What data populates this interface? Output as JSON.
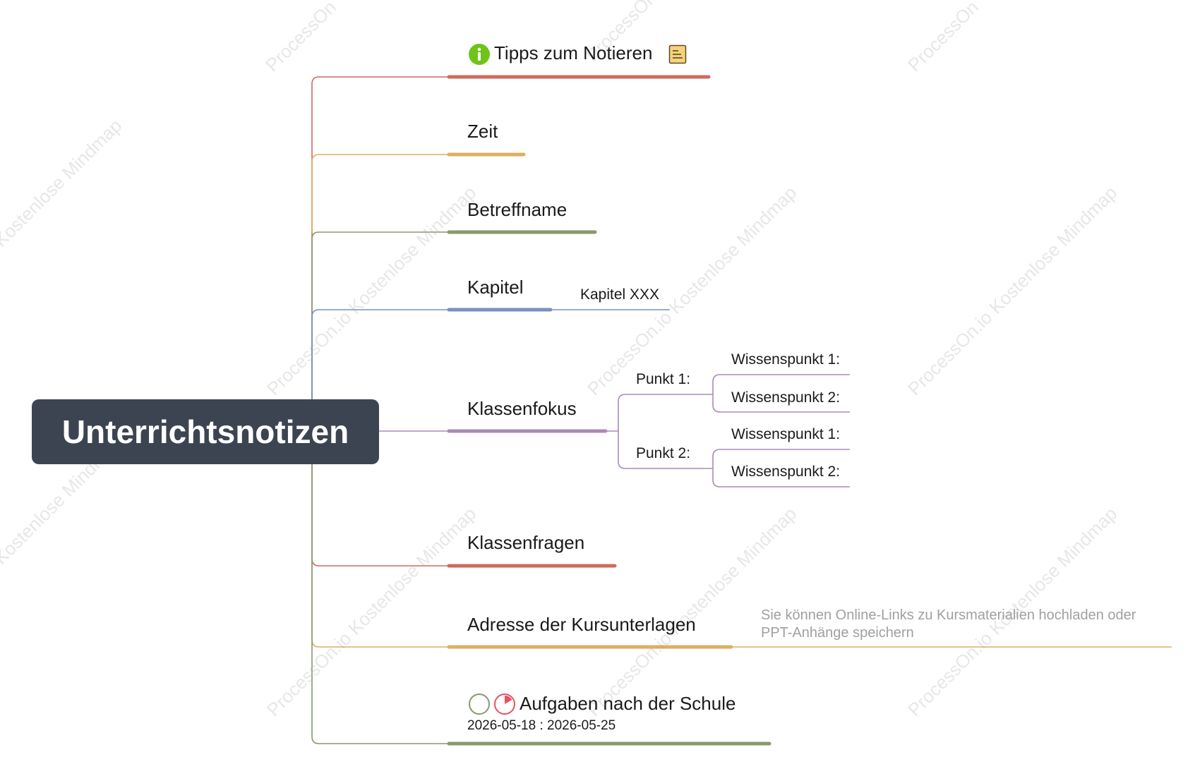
{
  "root": {
    "label": "Unterrichtsnotizen",
    "bg_color": "#3d4451"
  },
  "branches": [
    {
      "id": "tipps",
      "label": "Tipps zum Notieren",
      "color": "#cd6b5d",
      "icons": [
        "info-icon",
        "note-icon"
      ]
    },
    {
      "id": "zeit",
      "label": "Zeit",
      "color": "#dcaf63"
    },
    {
      "id": "betreff",
      "label": "Betreffname",
      "color": "#879a6b"
    },
    {
      "id": "kapitel",
      "label": "Kapitel",
      "color": "#7b8fc2",
      "children": [
        "Kapitel XXX"
      ]
    },
    {
      "id": "fokus",
      "label": "Klassenfokus",
      "color": "#a88bb7",
      "children": [
        {
          "label": "Punkt 1:",
          "children": [
            "Wissenspunkt 1:",
            "Wissenspunkt 2:"
          ]
        },
        {
          "label": "Punkt 2:",
          "children": [
            "Wissenspunkt 1:",
            "Wissenspunkt 2:"
          ]
        }
      ]
    },
    {
      "id": "fragen",
      "label": "Klassenfragen",
      "color": "#cd6b5d"
    },
    {
      "id": "adresse",
      "label": "Adresse der Kursunterlagen",
      "color": "#dcaf63",
      "note": [
        "Sie können Online-Links zu Kursmaterialien hochladen oder",
        "PPT-Anhänge speichern"
      ]
    },
    {
      "id": "aufgaben",
      "label": "Aufgaben nach der Schule",
      "color": "#879a6b",
      "icons": [
        "circle-task-icon",
        "progress-pie-icon"
      ],
      "date_range": "2026-05-18 : 2026-05-25"
    }
  ],
  "icon_colors": {
    "info": "#6fc31a",
    "note": "#f6d27b",
    "task_circle": "#879a6b",
    "progress": "#e8515f"
  },
  "watermark": {
    "text": "ProcessOn.io Kostenlose Mindmap",
    "short": "ProcessOn"
  }
}
